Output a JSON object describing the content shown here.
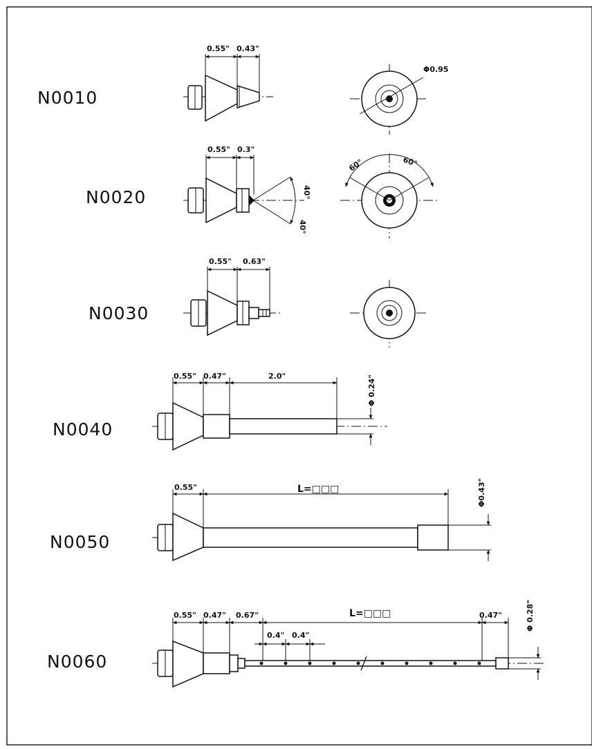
{
  "nozzles": [
    {
      "code": "N0010",
      "dims": [
        "0.55\"",
        "0.43\""
      ],
      "diameter": "Φ0.95"
    },
    {
      "code": "N0020",
      "dims": [
        "0.55\"",
        "0.3\""
      ],
      "angles": [
        "40°",
        "40°",
        "60°",
        "60°"
      ]
    },
    {
      "code": "N0030",
      "dims": [
        "0.55\"",
        "0.63\""
      ]
    },
    {
      "code": "N0040",
      "dims": [
        "0.55\"",
        "0.47\"",
        "2.0\""
      ],
      "diameter": "Φ 0.24\""
    },
    {
      "code": "N0050",
      "dims": [
        "0.55\"",
        "L=□□□"
      ],
      "diameter": "Φ0.43\""
    },
    {
      "code": "N0060",
      "dims": [
        "0.55\"",
        "0.47\"",
        "0.67\"",
        "L=□□□",
        "0.47\"",
        "0.4\"",
        "0.4\""
      ],
      "diameter": "Φ 0.28\""
    }
  ]
}
